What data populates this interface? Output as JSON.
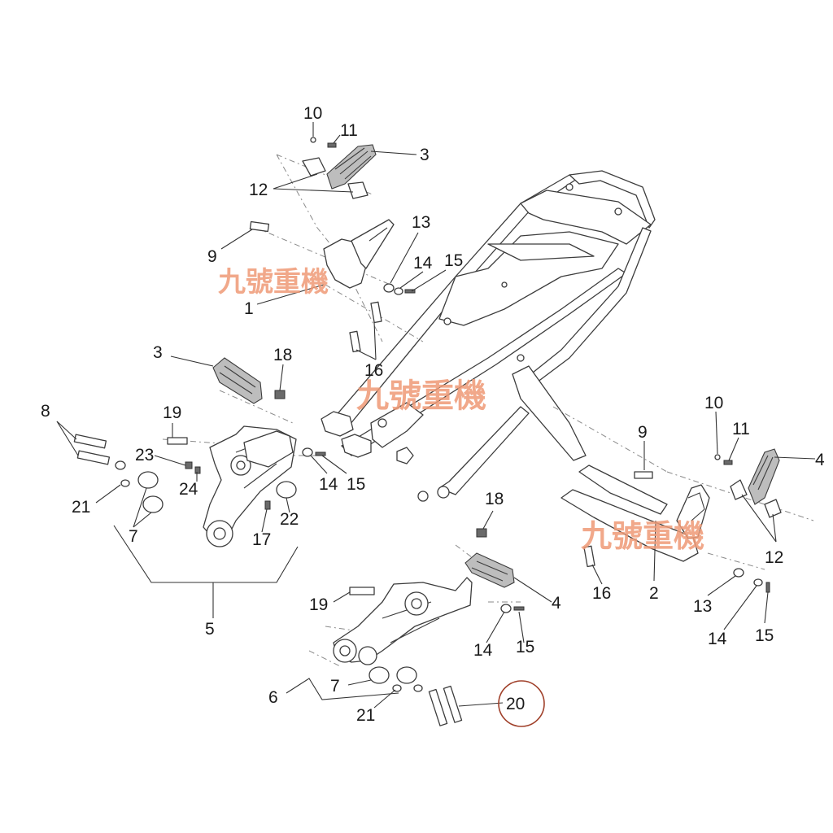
{
  "watermark": {
    "text": "九號重機",
    "color": "#ef9a76"
  },
  "highlight": {
    "part": "20",
    "color": "#a0402a"
  },
  "callouts": [
    {
      "id": "c10a",
      "text": "10"
    },
    {
      "id": "c11a",
      "text": "11"
    },
    {
      "id": "c3a",
      "text": "3"
    },
    {
      "id": "c12a",
      "text": "12"
    },
    {
      "id": "c9a",
      "text": "9"
    },
    {
      "id": "c13a",
      "text": "13"
    },
    {
      "id": "c14a",
      "text": "14"
    },
    {
      "id": "c15a",
      "text": "15"
    },
    {
      "id": "c1",
      "text": "1"
    },
    {
      "id": "c16a",
      "text": "16"
    },
    {
      "id": "c3b",
      "text": "3"
    },
    {
      "id": "c18a",
      "text": "18"
    },
    {
      "id": "c8",
      "text": "8"
    },
    {
      "id": "c19a",
      "text": "19"
    },
    {
      "id": "c23",
      "text": "23"
    },
    {
      "id": "c24",
      "text": "24"
    },
    {
      "id": "c14b",
      "text": "14"
    },
    {
      "id": "c15b",
      "text": "15"
    },
    {
      "id": "c21a",
      "text": "21"
    },
    {
      "id": "c22",
      "text": "22"
    },
    {
      "id": "c7a",
      "text": "7"
    },
    {
      "id": "c17",
      "text": "17"
    },
    {
      "id": "c5",
      "text": "5"
    },
    {
      "id": "c10b",
      "text": "10"
    },
    {
      "id": "c11b",
      "text": "11"
    },
    {
      "id": "c9b",
      "text": "9"
    },
    {
      "id": "c4a",
      "text": "4"
    },
    {
      "id": "c12b",
      "text": "12"
    },
    {
      "id": "c18b",
      "text": "18"
    },
    {
      "id": "c16b",
      "text": "16"
    },
    {
      "id": "c2",
      "text": "2"
    },
    {
      "id": "c13b",
      "text": "13"
    },
    {
      "id": "c14c",
      "text": "14"
    },
    {
      "id": "c15c",
      "text": "15"
    },
    {
      "id": "c19b",
      "text": "19"
    },
    {
      "id": "c4b",
      "text": "4"
    },
    {
      "id": "c14d",
      "text": "14"
    },
    {
      "id": "c15d",
      "text": "15"
    },
    {
      "id": "c7b",
      "text": "7"
    },
    {
      "id": "c6",
      "text": "6"
    },
    {
      "id": "c21b",
      "text": "21"
    },
    {
      "id": "c20",
      "text": "20"
    }
  ]
}
